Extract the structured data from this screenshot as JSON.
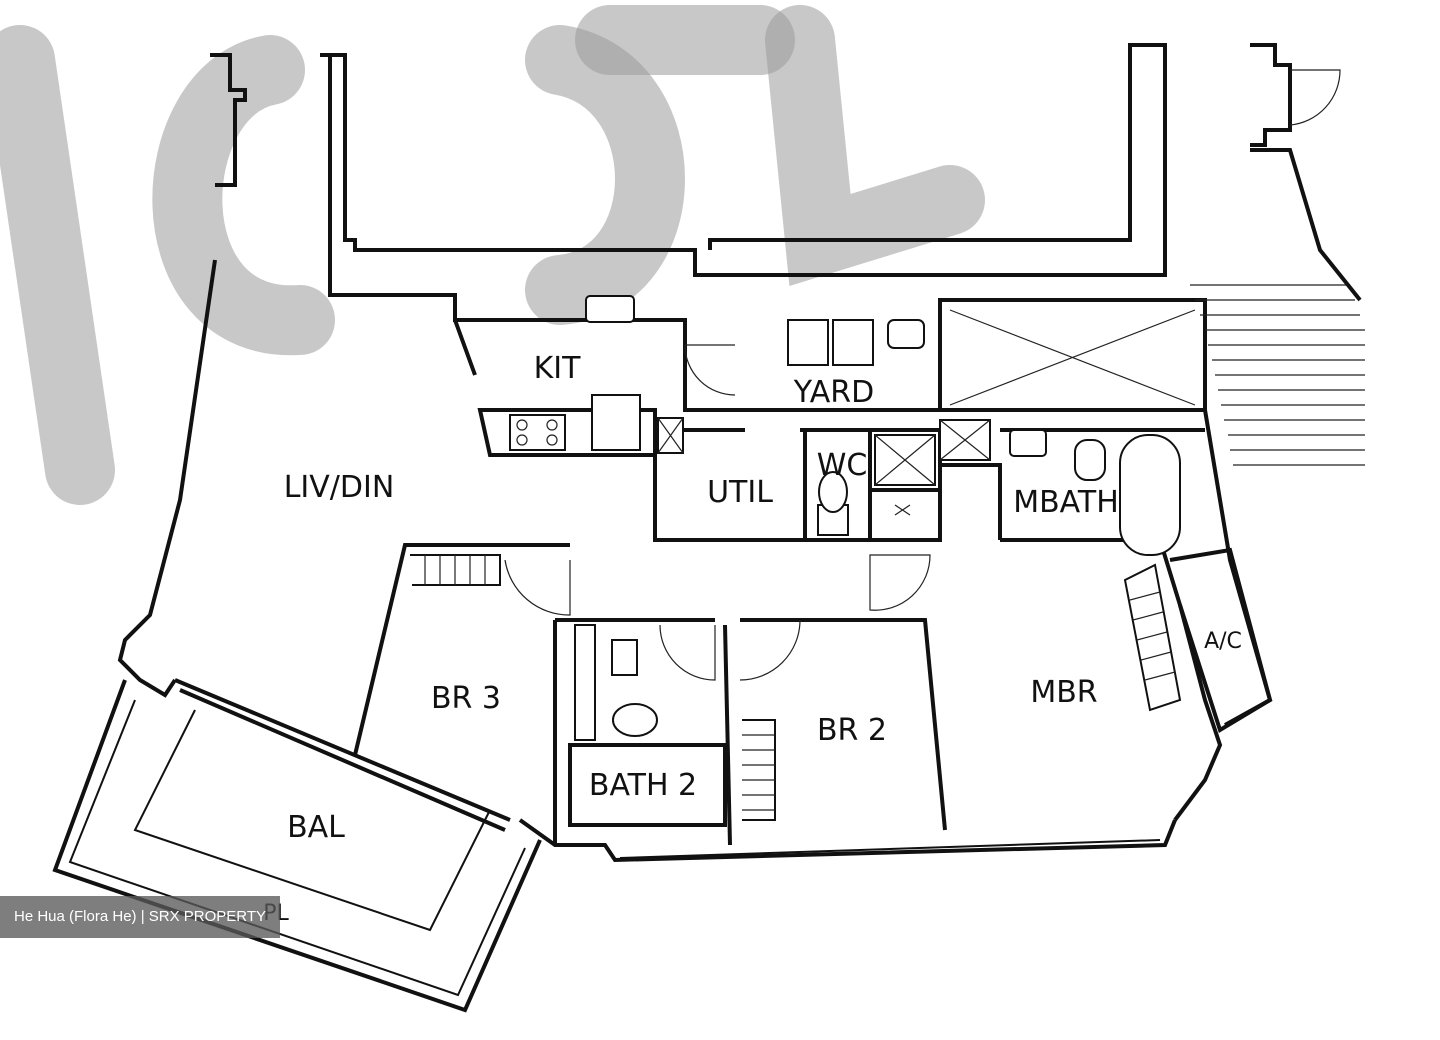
{
  "rooms": {
    "kit": "KIT",
    "yard": "YARD",
    "liv_din": "LIV/DIN",
    "util": "UTIL",
    "wc": "WC",
    "mbath": "MBATH",
    "br3": "BR 3",
    "br2": "BR 2",
    "mbr": "MBR",
    "bath2": "BATH 2",
    "bal": "BAL",
    "ac": "A/C",
    "pl": "PL"
  },
  "caption": "He Hua (Flora He) | SRX PROPERTY",
  "colors": {
    "wall": "#111111",
    "watermark": "#9a9a9a",
    "caption_bg": "#5a5a5a"
  }
}
